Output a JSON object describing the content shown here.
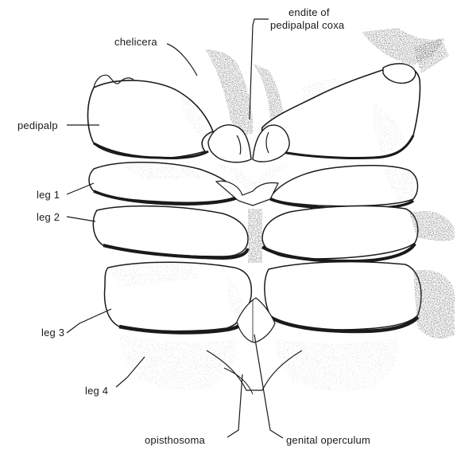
{
  "figure": {
    "labels": {
      "endite": "endite of",
      "endite_line2": "pedipalpal coxa",
      "chelicera": "chelicera",
      "pedipalp": "pedipalp",
      "leg1": "leg 1",
      "leg2": "leg 2",
      "leg3": "leg 3",
      "leg4": "leg 4",
      "opisthosoma": "opisthosoma",
      "genital_operculum": "genital operculum"
    },
    "colors": {
      "ink": "#1a1a1a",
      "stipple": "#6e6e6e",
      "paper": "#ffffff"
    }
  }
}
